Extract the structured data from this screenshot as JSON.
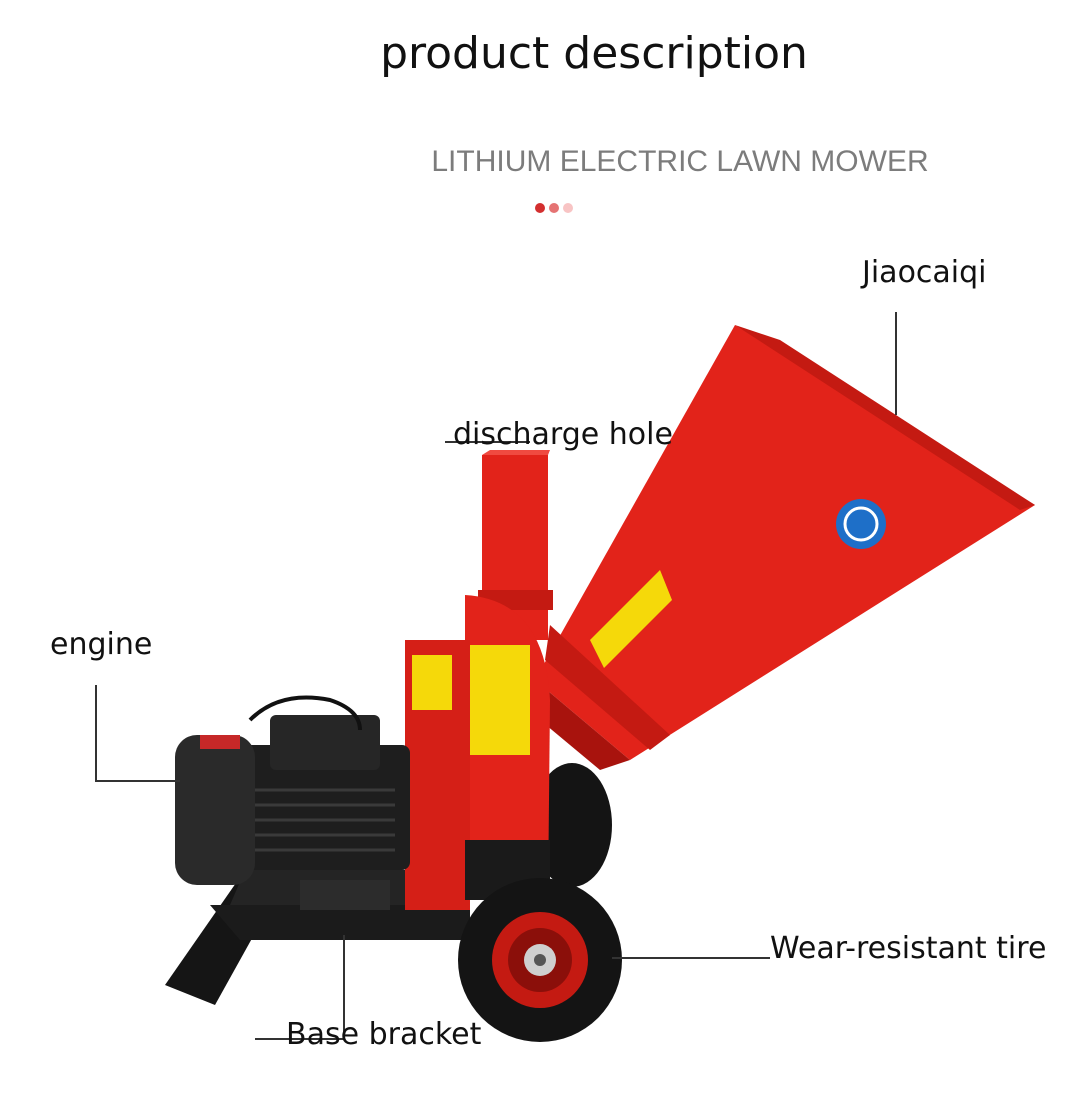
{
  "header": {
    "title": "product description",
    "subtitle": "LITHIUM ELECTRIC LAWN MOWER",
    "dot_colors": [
      "#d32f2f",
      "#e57373",
      "#f8c4c4"
    ]
  },
  "callouts": {
    "jiaocaiqi": "Jiaocaiqi",
    "discharge_hole": "discharge hole",
    "engine": "engine",
    "tire": "Wear-resistant tire",
    "base_bracket": "Base bracket"
  },
  "colors": {
    "machine_red": "#e2231a",
    "machine_dark_red": "#b5150f",
    "motor_black": "#1e1e1e",
    "label_yellow": "#f5d90a",
    "badge_blue": "#1e6fc8"
  }
}
